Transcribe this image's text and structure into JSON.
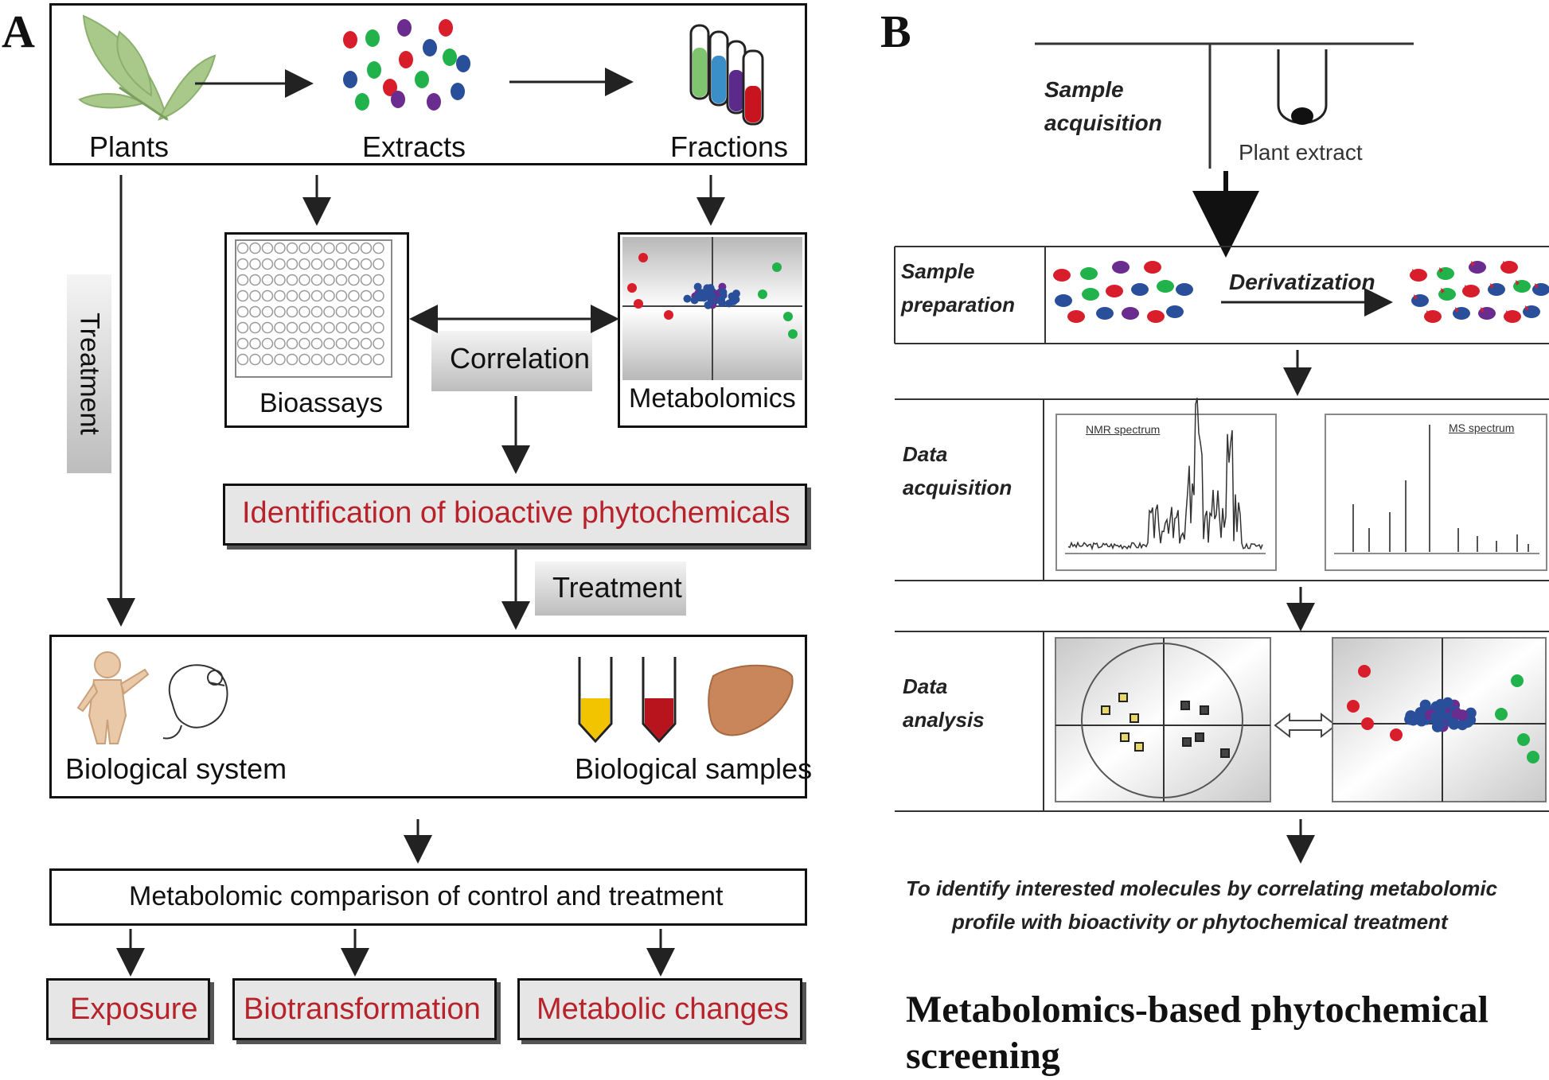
{
  "panel_a": {
    "letter": "A",
    "top_row": {
      "plants": "Plants",
      "extracts": "Extracts",
      "fractions": "Fractions"
    },
    "treatment_vertical": "Treatment",
    "bioassays": "Bioassays",
    "metabolomics": "Metabolomics",
    "correlation": "Correlation",
    "identification": "Identification of bioactive phytochemicals",
    "treatment_horizontal": "Treatment",
    "biological_system": "Biological system",
    "biological_samples": "Biological samples",
    "comparison": "Metabolomic comparison of control and treatment",
    "outcomes": [
      "Exposure",
      "Biotransformation",
      "Metabolic changes"
    ]
  },
  "panel_b": {
    "letter": "B",
    "steps": [
      {
        "label_line1": "Sample",
        "label_line2": "acquisition",
        "content": "Plant extract"
      },
      {
        "label_line1": "Sample",
        "label_line2": "preparation",
        "content": "Derivatization"
      },
      {
        "label_line1": "Data",
        "label_line2": "acquisition",
        "spectra": [
          "NMR spectrum",
          "MS spectrum"
        ]
      },
      {
        "label_line1": "Data",
        "label_line2": "analysis"
      }
    ],
    "conclusion_line1": "To identify interested molecules by correlating metabolomic",
    "conclusion_line2": "profile with bioactivity or phytochemical treatment",
    "title_line1": "Metabolomics-based phytochemical",
    "title_line2": "screening"
  },
  "colors": {
    "red_text": "#b8222a",
    "dot_red": "#d81e2a",
    "dot_green": "#22b24c",
    "dot_blue": "#2a4f9a",
    "dot_purple": "#6b2c8f"
  }
}
